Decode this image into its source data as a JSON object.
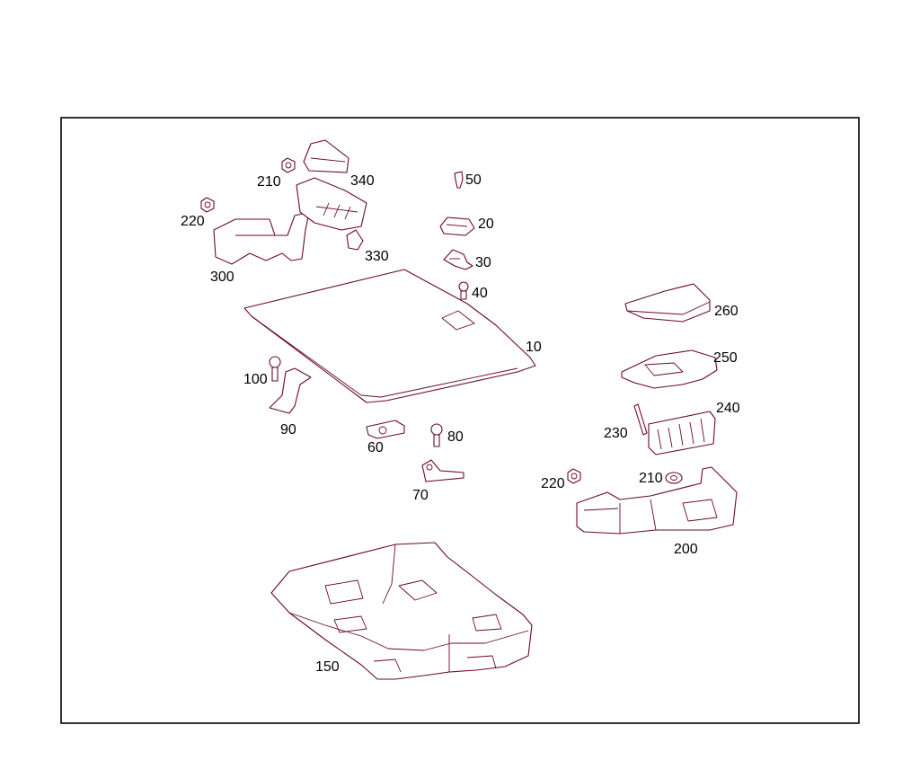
{
  "diagram": {
    "line_color": "#6a0a2a",
    "labels": {
      "p10": "10",
      "p20": "20",
      "p30": "30",
      "p40": "40",
      "p50": "50",
      "p60": "60",
      "p70": "70",
      "p80": "80",
      "p90": "90",
      "p100": "100",
      "p150": "150",
      "p200": "200",
      "p210a": "210",
      "p210b": "210",
      "p220a": "220",
      "p220b": "220",
      "p230": "230",
      "p240": "240",
      "p250": "250",
      "p260": "260",
      "p300": "300",
      "p330": "330",
      "p340": "340"
    }
  }
}
